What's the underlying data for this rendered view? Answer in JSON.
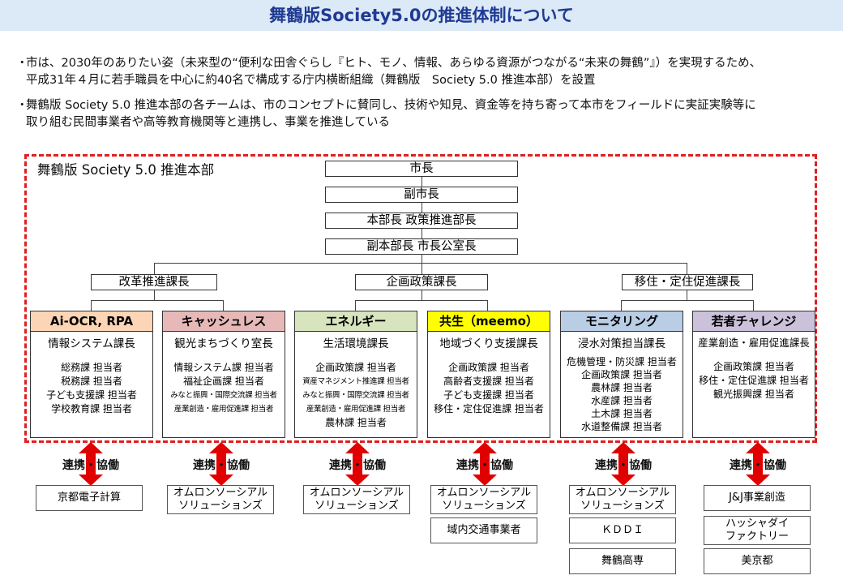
{
  "header": {
    "title": "舞鶴版Society5.0の推進体制について"
  },
  "bullets": [
    {
      "marker": "・",
      "lines": [
        "市は、2030年のありたい姿（未来型の“便利な田舎ぐらし『ヒト、モノ、情報、あらゆる資源がつながる“未来の舞鶴”』）を実現するため、",
        "平成31年４月に若手職員を中心に約40名で構成する庁内横断組織（舞鶴版　Society 5.0 推進本部）を設置"
      ]
    },
    {
      "marker": "・",
      "lines": [
        "舞鶴版 Society 5.0 推進本部の各チームは、市のコンセプトに賛同し、技術や知見、資金等を持ち寄って本市をフィールドに実証実験等に",
        "取り組む民間事業者や高等教育機関等と連携し、事業を推進している"
      ]
    }
  ],
  "hq": {
    "label": "舞鶴版 Society 5.0 推進本部",
    "chain": [
      "市長",
      "副市長",
      "本部長 政策推進部長",
      "副本部長 市長公室長"
    ],
    "section_heads": [
      "改革推進課長",
      "企画政策課長",
      "移住・定住促進課長"
    ]
  },
  "teams": [
    {
      "name": "Ai-OCR, RPA",
      "color": "#fbd5b5",
      "lead": "情報システム課長",
      "members": [
        "総務課 担当者",
        "税務課 担当者",
        "子ども支援課 担当者",
        "学校教育課 担当者"
      ]
    },
    {
      "name": "キャッシュレス",
      "color": "#e6b9b8",
      "lead": "観光まちづくり室長",
      "members": [
        "情報システム課 担当者",
        "福祉企画課 担当者",
        "みなと振興・国際交流課 担当者",
        "産業創造・雇用促進課 担当者"
      ]
    },
    {
      "name": "エネルギー",
      "color": "#d7e4bd",
      "lead": "生活環境課長",
      "members": [
        "企画政策課 担当者",
        "資産マネジメント推進課 担当者",
        "みなと振興・国際交流課 担当者",
        "産業創造・雇用促進課 担当者",
        "農林課 担当者"
      ]
    },
    {
      "name": "共生（meemo）",
      "color": "#ffff00",
      "lead": "地域づくり支援課長",
      "members": [
        "企画政策課 担当者",
        "高齢者支援課 担当者",
        "子ども支援課 担当者",
        "移住・定住促進課 担当者"
      ]
    },
    {
      "name": "モニタリング",
      "color": "#b9cde5",
      "lead": "浸水対策担当課長",
      "members": [
        "危機管理・防災課 担当者",
        "企画政策課 担当者",
        "農林課 担当者",
        "水産課 担当者",
        "土木課 担当者",
        "水道整備課 担当者"
      ]
    },
    {
      "name": "若者チャレンジ",
      "color": "#ccc1da",
      "lead": "産業創造・雇用促進課長",
      "members": [
        "企画政策課 担当者",
        "移住・定住促進課 担当者",
        "観光振興課 担当者"
      ]
    }
  ],
  "collab_label": "連携・協働",
  "arrow_color": "#e00000",
  "partners": [
    [
      "京都電子計算"
    ],
    [
      "オムロンソーシアル\nソリューションズ"
    ],
    [
      "オムロンソーシアル\nソリューションズ"
    ],
    [
      "オムロンソーシアル\nソリューションズ",
      "域内交通事業者"
    ],
    [
      "オムロンソーシアル\nソリューションズ",
      "ＫＤＤＩ",
      "舞鶴高専"
    ],
    [
      "J&J事業創造",
      "ハッシャダイ\nファクトリー",
      "美京都"
    ]
  ]
}
